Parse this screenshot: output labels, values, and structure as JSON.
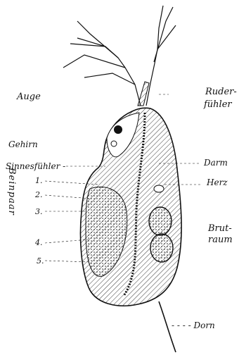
{
  "labels": {
    "auge": "Auge",
    "gehirn": "Gehirn",
    "sinnesfuehler": "Sinnesfühler -",
    "beinpaar": "Beinpaar",
    "leg1": "1.",
    "leg2": "2.",
    "leg3": "3.",
    "leg4": "4.",
    "leg5": "5.",
    "ruder_line1": "Ruder-",
    "ruder_line2": "fühler",
    "darm": "Darm",
    "herz": "Herz",
    "brut_line1": "Brut-",
    "brut_line2": "raum",
    "dorn": "- - - - Dorn"
  },
  "colors": {
    "ink": "#111111",
    "paper": "#ffffff"
  }
}
